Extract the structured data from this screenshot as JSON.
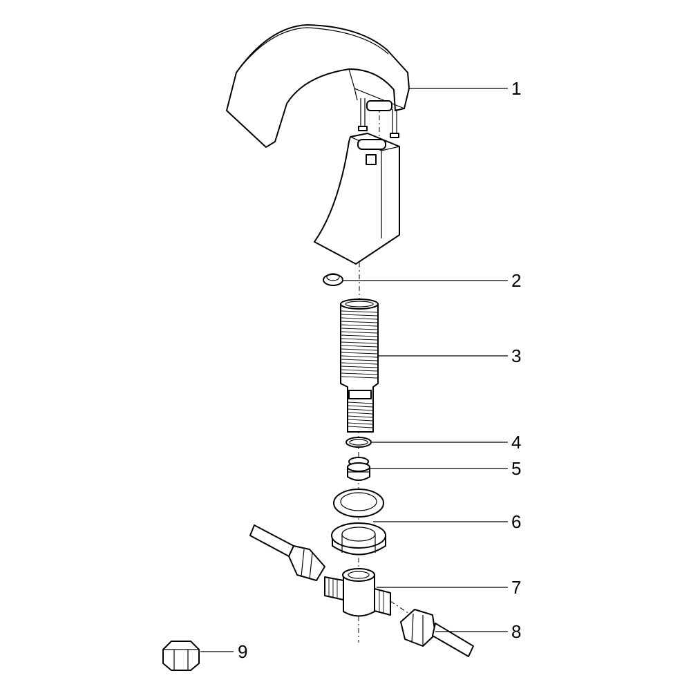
{
  "callouts": [
    {
      "number": "1",
      "part": "spout"
    },
    {
      "number": "2",
      "part": "seal-nut"
    },
    {
      "number": "3",
      "part": "threaded-shank"
    },
    {
      "number": "4",
      "part": "o-ring"
    },
    {
      "number": "5",
      "part": "flow-insert"
    },
    {
      "number": "6",
      "part": "mounting-washer-and-nut"
    },
    {
      "number": "7",
      "part": "tee-connector"
    },
    {
      "number": "8",
      "part": "supply-hose"
    },
    {
      "number": "9",
      "part": "cap-nut"
    }
  ]
}
